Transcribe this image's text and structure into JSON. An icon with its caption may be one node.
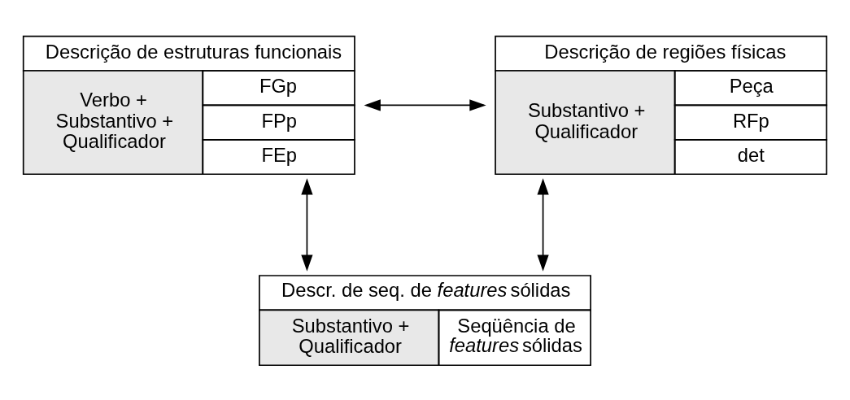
{
  "diagram": {
    "nodes": [
      {
        "text": [
          "Descrição de estruturas funcionais",
          "Verbo + Substantivo + Qualificador",
          "FGp",
          "FPp",
          "FEp"
        ]
      },
      {
        "text": [
          "Descrição de regiões físicas",
          "Substantivo + Qualificador",
          "Peça",
          "RFp",
          "det"
        ]
      },
      {
        "text": [
          "Descr. de seq. de *features* sólidas",
          "Substantivo + Qualificador",
          "Seqüência de *features* sólidas"
        ]
      }
    ],
    "edges": [
      {
        "from": 0,
        "to": 1,
        "arrow": "both"
      },
      {
        "from": 0,
        "to": 2,
        "arrow": "both"
      },
      {
        "from": 1,
        "to": 2,
        "arrow": "both"
      }
    ]
  }
}
